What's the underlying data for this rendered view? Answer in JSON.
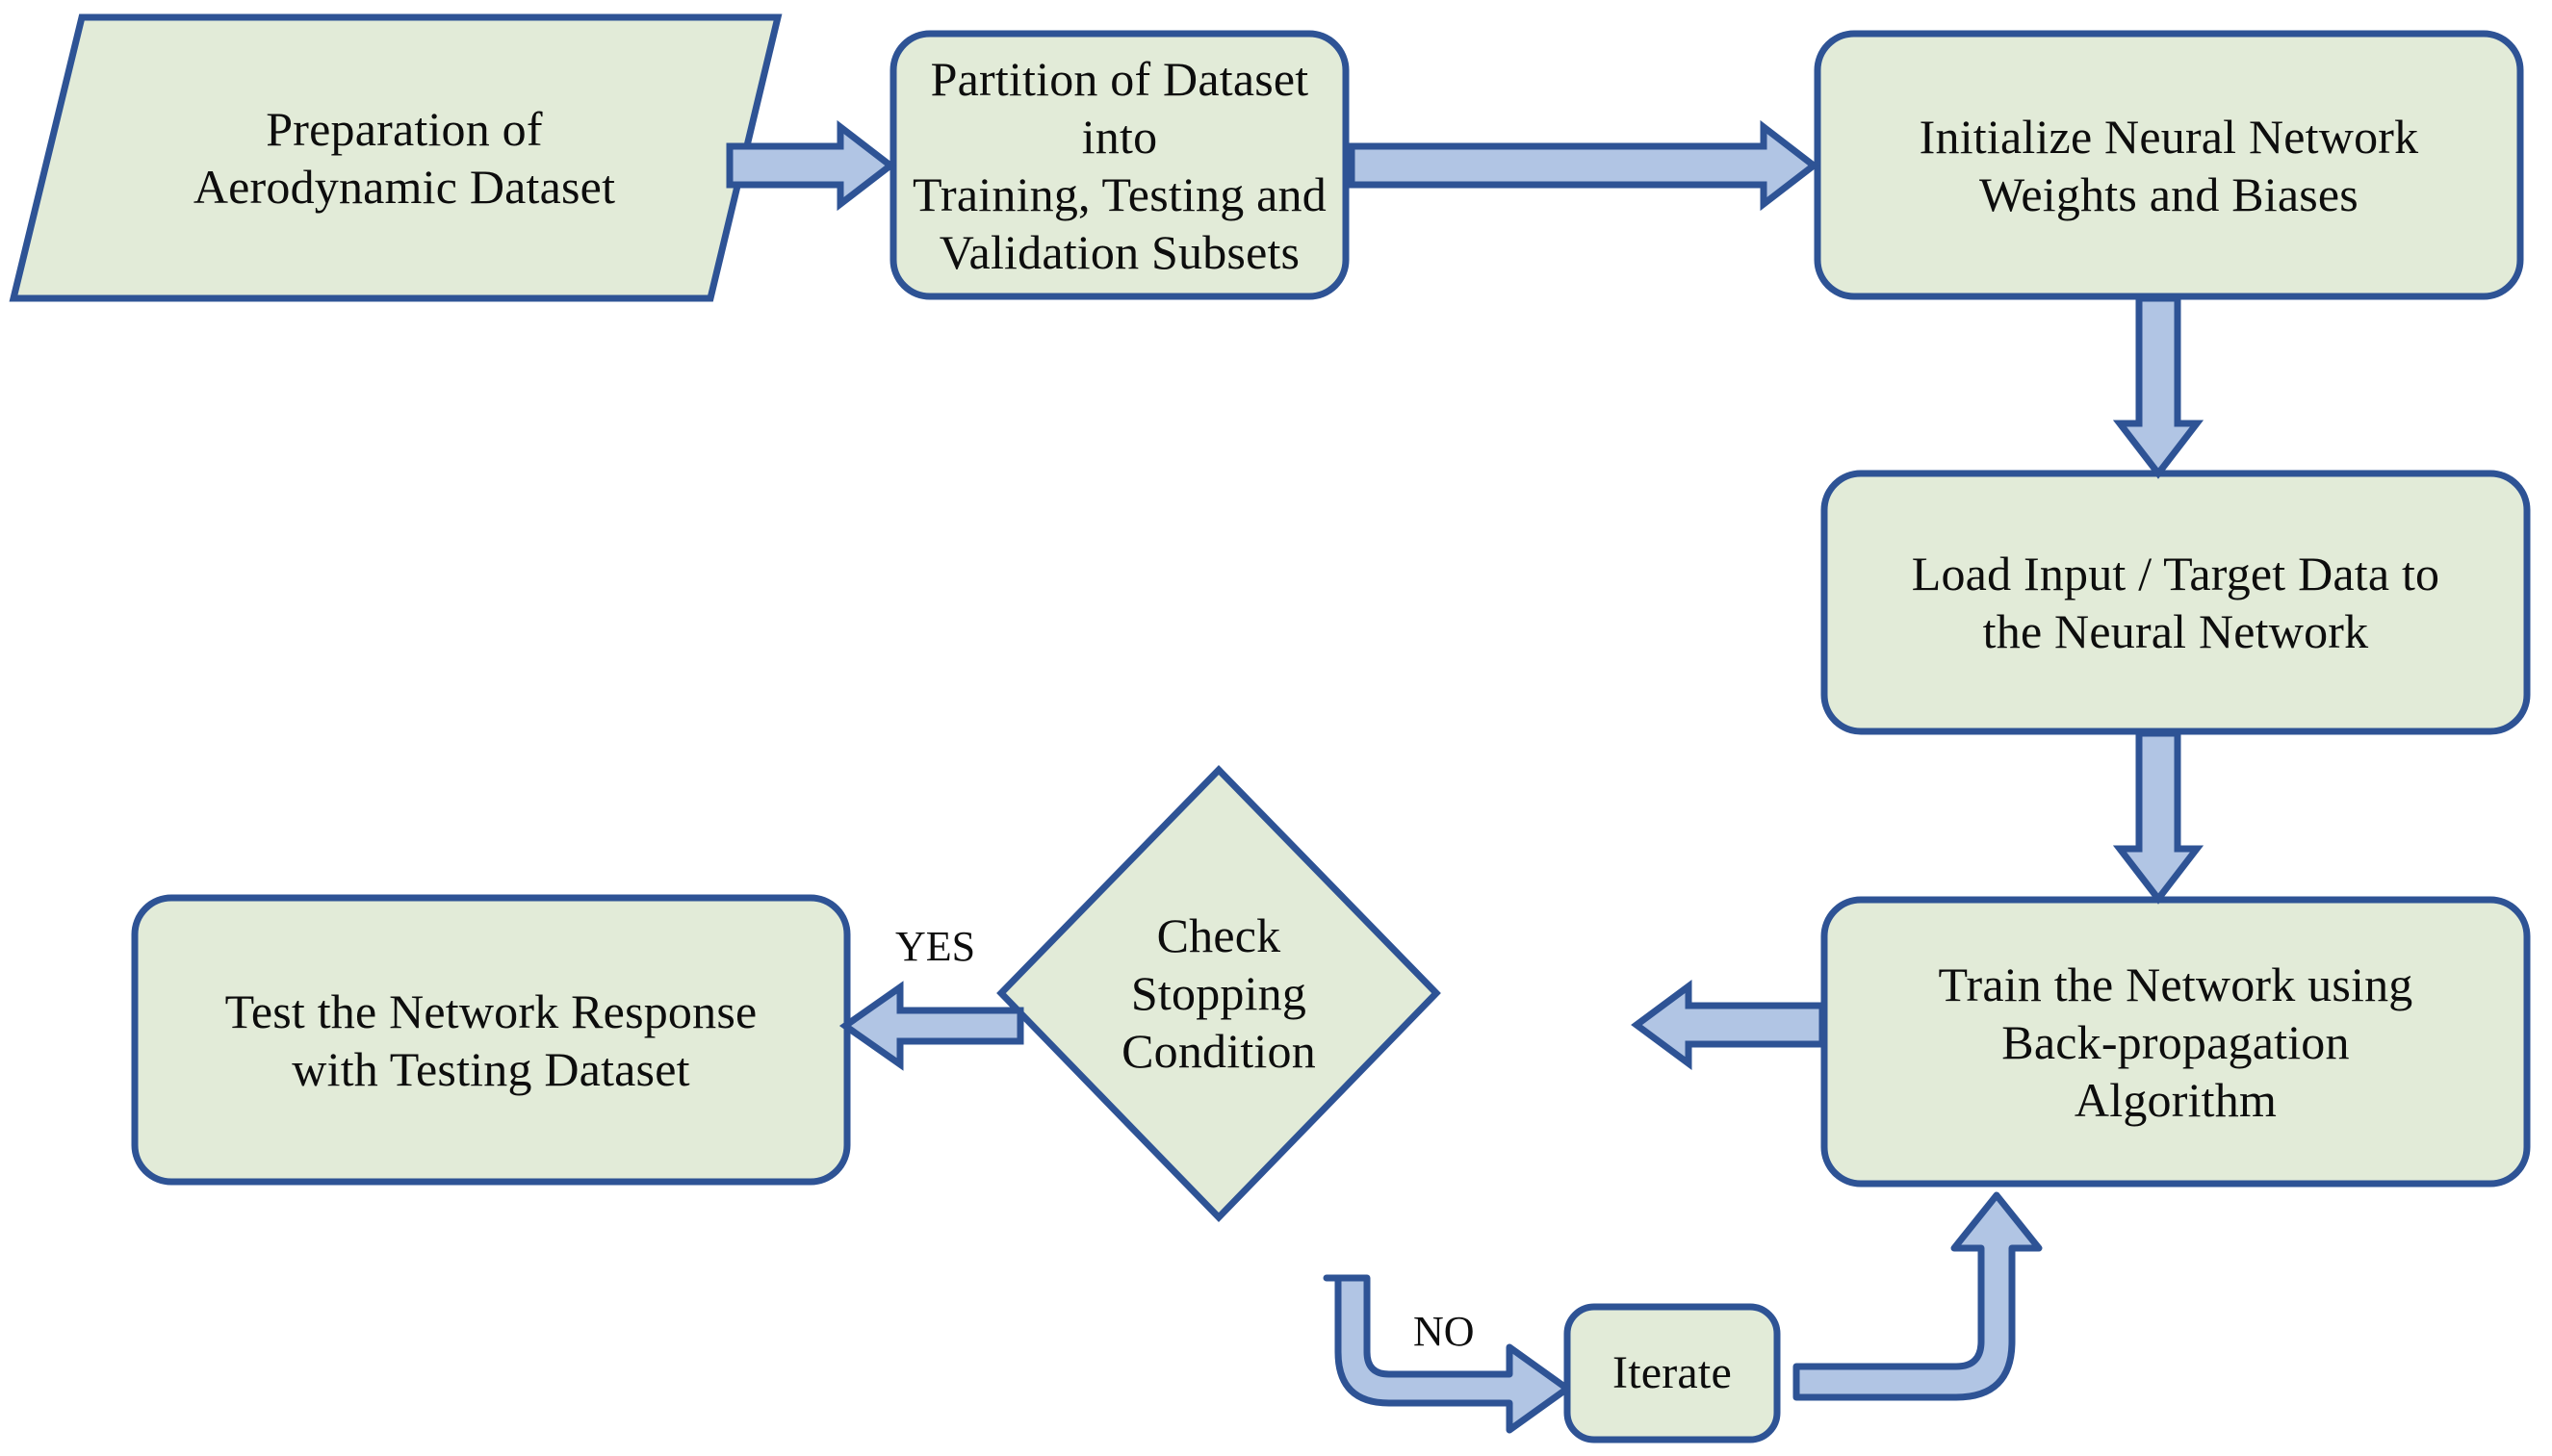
{
  "diagram": {
    "title": "Neural Network Training Flowchart",
    "colors": {
      "node_fill": "#e2ebd8",
      "node_stroke": "#2e5395",
      "arrow_fill": "#b1c5e4",
      "arrow_stroke": "#2e5395",
      "text": "#0d0d0d",
      "background": "#ffffff"
    },
    "nodes": [
      {
        "id": "prepare-dataset",
        "shape": "parallelogram",
        "label": "Preparation of\nAerodynamic Dataset"
      },
      {
        "id": "partition-dataset",
        "shape": "rounded-rectangle",
        "label": "Partition of Dataset into\nTraining, Testing and\nValidation Subsets"
      },
      {
        "id": "initialize-network",
        "shape": "rounded-rectangle",
        "label": "Initialize Neural Network\nWeights and Biases"
      },
      {
        "id": "load-data",
        "shape": "rounded-rectangle",
        "label": "Load Input / Target Data to\nthe Neural Network"
      },
      {
        "id": "train-network",
        "shape": "rounded-rectangle",
        "label": "Train the Network using\nBack-propagation\nAlgorithm"
      },
      {
        "id": "check-stopping-condition",
        "shape": "diamond",
        "label": "Check\nStopping\nCondition"
      },
      {
        "id": "test-network",
        "shape": "rounded-rectangle",
        "label": "Test the Network Response\nwith Testing Dataset"
      },
      {
        "id": "iterate",
        "shape": "rounded-rectangle",
        "label": "Iterate"
      }
    ],
    "edges": [
      {
        "id": "prepare-to-partition",
        "from": "prepare-dataset",
        "to": "partition-dataset",
        "label": ""
      },
      {
        "id": "partition-to-initialize",
        "from": "partition-dataset",
        "to": "initialize-network",
        "label": ""
      },
      {
        "id": "initialize-to-load",
        "from": "initialize-network",
        "to": "load-data",
        "label": ""
      },
      {
        "id": "load-to-train",
        "from": "load-data",
        "to": "train-network",
        "label": ""
      },
      {
        "id": "train-to-check",
        "from": "train-network",
        "to": "check-stopping-condition",
        "label": ""
      },
      {
        "id": "check-to-test",
        "from": "check-stopping-condition",
        "to": "test-network",
        "label": "YES"
      },
      {
        "id": "check-to-iterate",
        "from": "check-stopping-condition",
        "to": "iterate",
        "label": "NO"
      },
      {
        "id": "iterate-to-train",
        "from": "iterate",
        "to": "train-network",
        "label": ""
      }
    ]
  }
}
